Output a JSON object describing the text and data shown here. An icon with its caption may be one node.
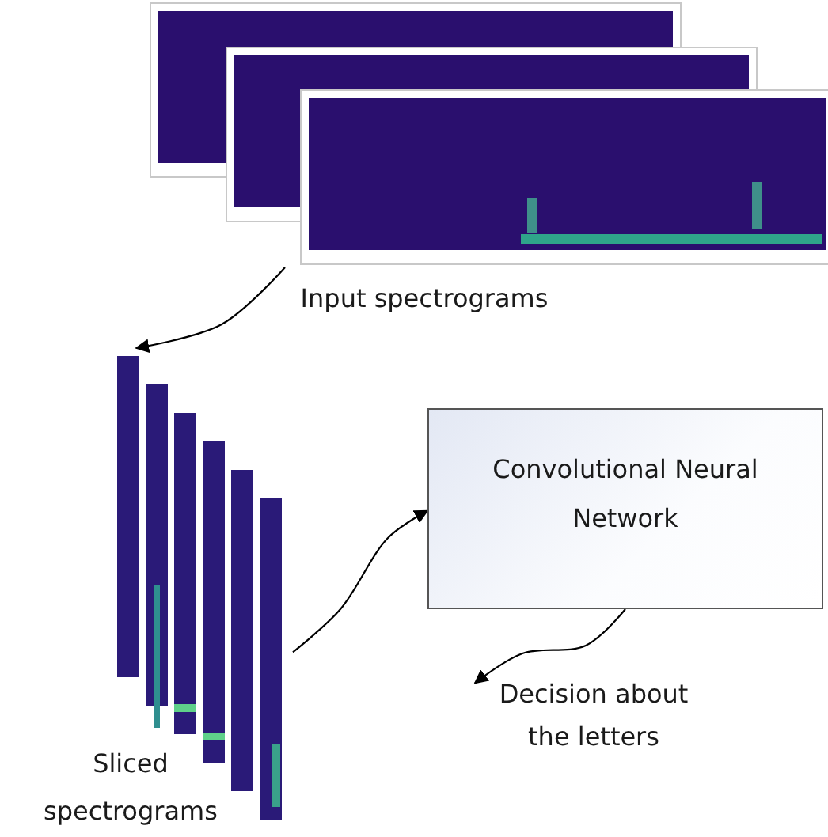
{
  "diagram": {
    "nodes": [
      {
        "text": [
          "Input spectrograms"
        ]
      },
      {
        "text": [
          "Sliced spectrograms"
        ]
      },
      {
        "text": [
          "Convolutional Neural Network"
        ]
      },
      {
        "text": [
          "Decision about the letters"
        ]
      }
    ],
    "edges": [
      {
        "from": 0,
        "to": 1,
        "arrow": "to"
      },
      {
        "from": 1,
        "to": 2,
        "arrow": "to"
      },
      {
        "from": 2,
        "to": 3,
        "arrow": "to"
      }
    ]
  }
}
